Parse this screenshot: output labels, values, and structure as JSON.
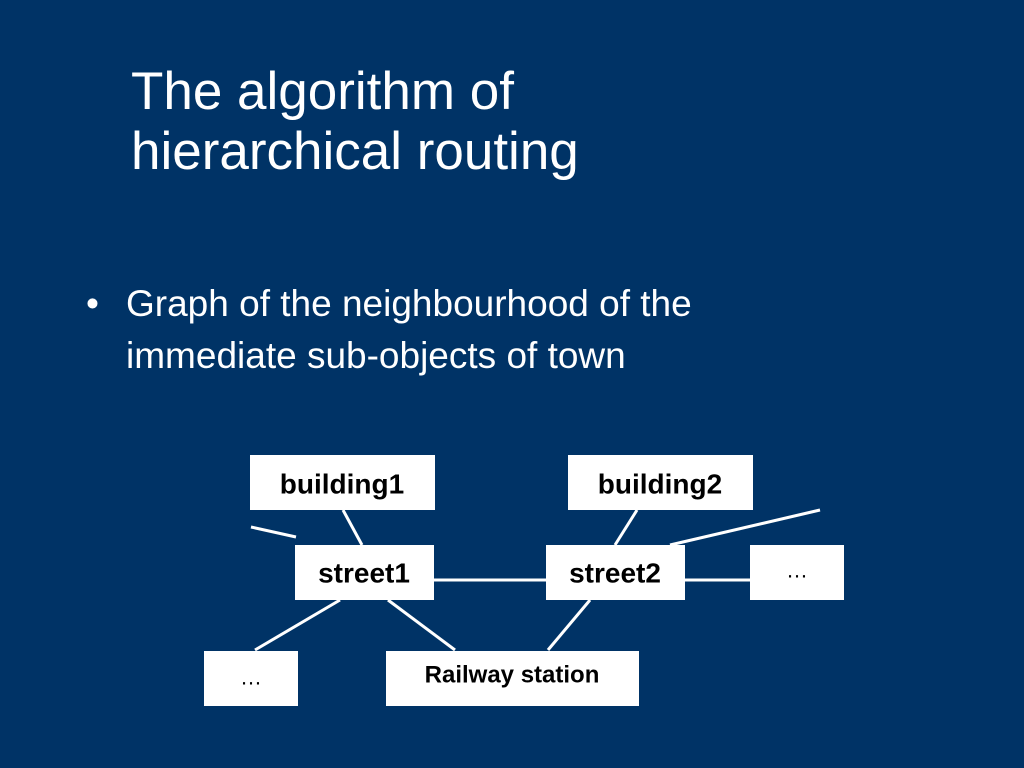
{
  "slide": {
    "title_lines": [
      "The algorithm of",
      "hierarchical routing"
    ],
    "bullets": [
      {
        "marker": "•",
        "lines": [
          "Graph of the neighbourhood of the",
          "immediate sub-objects of town"
        ]
      }
    ],
    "colors": {
      "background": "#003366",
      "text": "#ffffff",
      "node_fill": "#ffffff",
      "node_text": "#000000",
      "edge": "#ffffff"
    }
  },
  "diagram": {
    "nodes": {
      "building1": "building1",
      "building2": "building2",
      "street1": "street1",
      "street2": "street2",
      "ellipsis_right": "…",
      "ellipsis_left": "…",
      "railway_station": "Railway station"
    }
  }
}
